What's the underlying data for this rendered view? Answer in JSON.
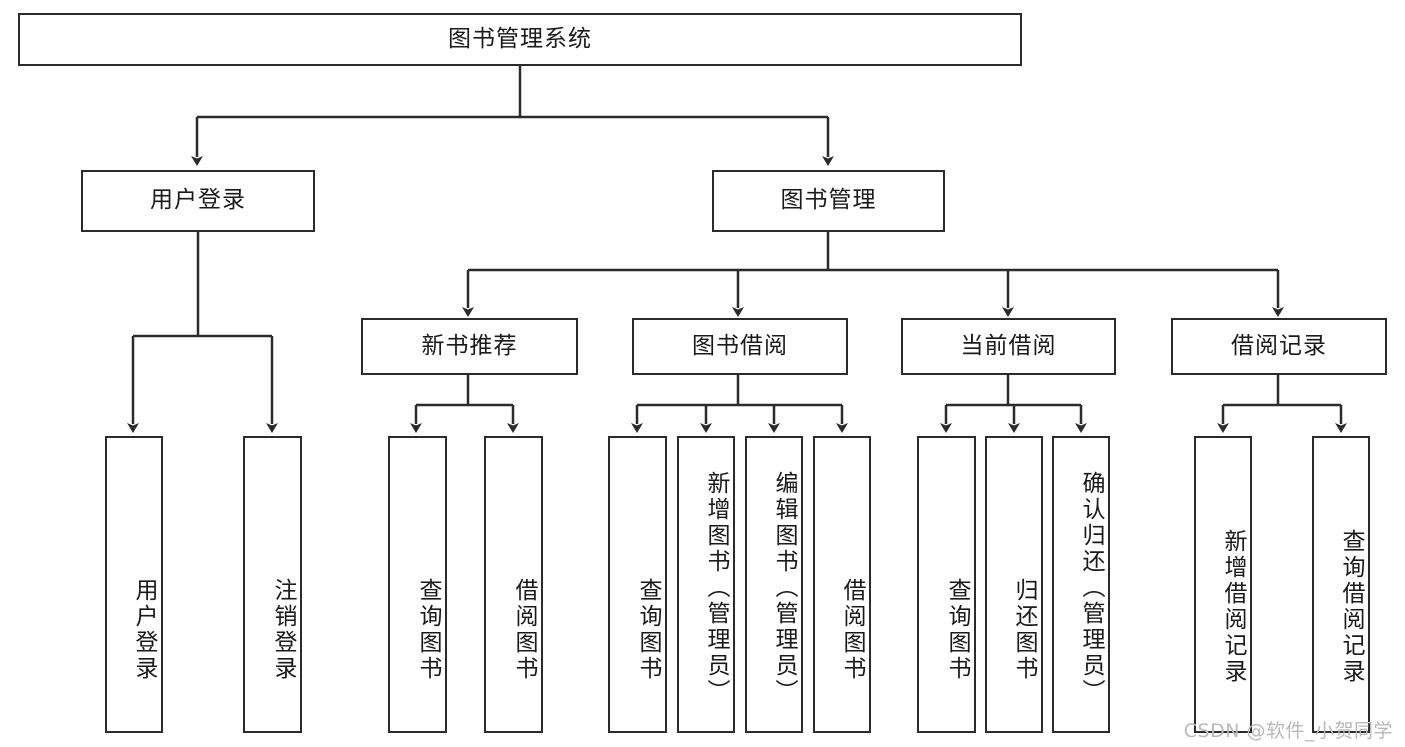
{
  "diagram": {
    "title_node": {
      "label": "图书管理系统"
    },
    "level2": [
      {
        "label": "用户登录"
      },
      {
        "label": "图书管理"
      }
    ],
    "level3": [
      {
        "label": "新书推荐"
      },
      {
        "label": "图书借阅"
      },
      {
        "label": "当前借阅"
      },
      {
        "label": "借阅记录"
      }
    ],
    "leaves": {
      "user_login": [
        {
          "label": "用户登录"
        },
        {
          "label": "注销登录"
        }
      ],
      "new_book_recommend": [
        {
          "label": "查询图书"
        },
        {
          "label": "借阅图书"
        }
      ],
      "book_borrow": [
        {
          "label": "查询图书"
        },
        {
          "label": "新增图书（管理员）"
        },
        {
          "label": "编辑图书（管理员）"
        },
        {
          "label": "借阅图书"
        }
      ],
      "current_borrow": [
        {
          "label": "查询图书"
        },
        {
          "label": "归还图书"
        },
        {
          "label": "确认归还（管理员）"
        }
      ],
      "borrow_record": [
        {
          "label": "新增借阅记录"
        },
        {
          "label": "查询借阅记录"
        }
      ]
    },
    "watermark": "CSDN @软件_小贺同学",
    "colors": {
      "stroke": "#2b2b2b",
      "box_fill": "#ffffff",
      "text": "#1a1a1a",
      "watermark": "#b9b9b9"
    }
  }
}
